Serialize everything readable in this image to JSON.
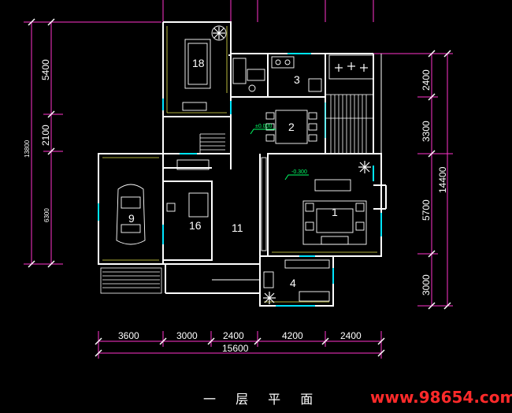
{
  "plan": {
    "title": "一 层 平 面",
    "watermark": "www.98654.com",
    "colors": {
      "background": "#000000",
      "wall": "#ffffff",
      "dimension": "#ff33cc",
      "window": "#00e5ff",
      "furniture": "#ffffff",
      "level_mark": "#00ff66",
      "watermark": "#ff2a2a"
    },
    "rooms": [
      {
        "id": "r1",
        "label": "1"
      },
      {
        "id": "r2",
        "label": "2"
      },
      {
        "id": "r3",
        "label": "3"
      },
      {
        "id": "r4",
        "label": "4"
      },
      {
        "id": "r9",
        "label": "9"
      },
      {
        "id": "r11",
        "label": "11"
      },
      {
        "id": "r16",
        "label": "16"
      },
      {
        "id": "r18",
        "label": "18"
      }
    ],
    "levels": [
      {
        "id": "lv1",
        "label": "±0.000"
      },
      {
        "id": "lv2",
        "label": "-0.300"
      }
    ],
    "bottom_dims": [
      "3600",
      "3000",
      "2400",
      "4200",
      "2400"
    ],
    "bottom_total": "15600",
    "left_dims": [
      "5400",
      "2100",
      "6300"
    ],
    "left_total": "13800",
    "right_dims": [
      "2400",
      "3300",
      "5700",
      "3000"
    ],
    "right_total": "14400"
  }
}
